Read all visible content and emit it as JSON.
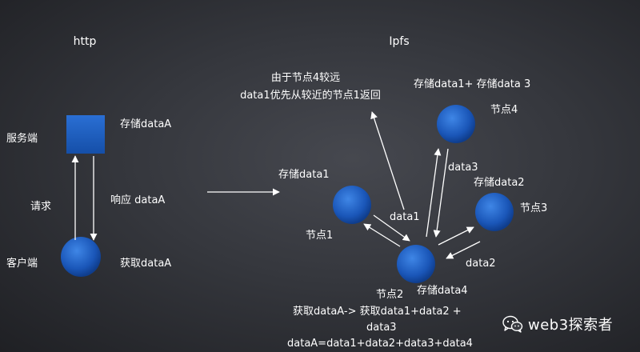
{
  "http": {
    "title": "http",
    "server_label": "服务端",
    "store_label": "存储dataA",
    "request_label": "请求",
    "response_label": "响应 dataA",
    "client_label": "客户端",
    "fetch_label": "获取dataA"
  },
  "ipfs": {
    "title": "Ipfs",
    "note_line1": "由于节点4较远",
    "note_line2": "data1优先从较近的节点1返回",
    "node4_store": "存储data1+ 存储data 3",
    "node4_label": "节点4",
    "node2_store_data2": "存储data2",
    "node3_label": "节点3",
    "node1_store": "存储data1",
    "node1_label": "节点1",
    "data1_label": "data1",
    "data3_label": "data3",
    "data2_label": "data2",
    "node2_label": "节点2",
    "node2_store": "存储data4",
    "fetch_line1": "获取dataA-> 获取data1+data2 +",
    "fetch_line2": "data3",
    "fetch_line3": "dataA=data1+data2+data3+data4"
  },
  "watermark": {
    "text": "web3探索者",
    "icon": "wechat-icon"
  },
  "colors": {
    "node_blue": "#1a56b8",
    "node_blue_light": "#3f86e6",
    "server_blue": "#1b5fc4",
    "arrow": "#ffffff"
  }
}
